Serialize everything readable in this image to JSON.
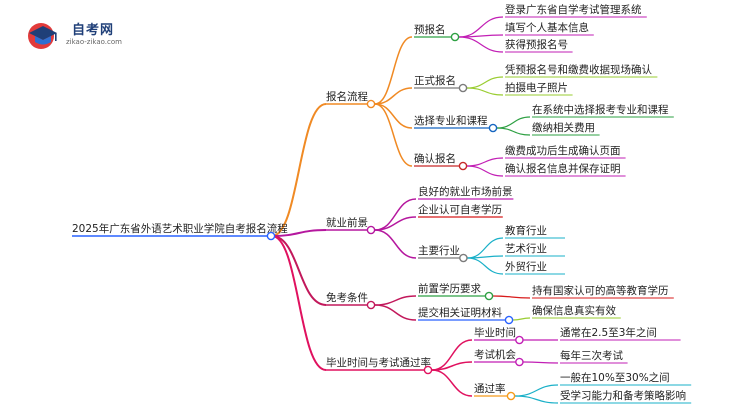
{
  "brand": {
    "name": "自考网",
    "site": "zikao-zikao.com"
  },
  "colors": {
    "process": "#f08a24",
    "prospect": "#b5179e",
    "exempt": "#c2185b",
    "graduation": "#e0115f",
    "lv1": "#2ea043",
    "lv1b": "#7b1fa2",
    "lv1c": "#1565c0",
    "lv1d": "#c62828",
    "cyan": "#1ab0c8",
    "green": "#2ea043",
    "magenta": "#c21fb5",
    "red": "#d81b1b",
    "lime": "#9acd32",
    "blue": "#2962ff",
    "orange": "#f59b1a"
  },
  "root": {
    "label": "2025年广东省外语艺术职业学院自考报名流程"
  },
  "branches": [
    {
      "label": "报名流程",
      "children": [
        {
          "label": "预报名",
          "children": [
            "登录广东省自学考试管理系统",
            "填写个人基本信息",
            "获得预报名号"
          ]
        },
        {
          "label": "正式报名",
          "children": [
            "凭预报名号和缴费收据现场确认",
            "拍摄电子照片"
          ]
        },
        {
          "label": "选择专业和课程",
          "children": [
            "在系统中选择报考专业和课程",
            "缴纳相关费用"
          ]
        },
        {
          "label": "确认报名",
          "children": [
            "缴费成功后生成确认页面",
            "确认报名信息并保存证明"
          ]
        }
      ]
    },
    {
      "label": "就业前景",
      "children": [
        {
          "label": "良好的就业市场前景",
          "children": []
        },
        {
          "label": "企业认可自考学历",
          "children": []
        },
        {
          "label": "主要行业",
          "children": [
            "教育行业",
            "艺术行业",
            "外贸行业"
          ]
        }
      ]
    },
    {
      "label": "免考条件",
      "children": [
        {
          "label": "前置学历要求",
          "children": [
            "持有国家认可的高等教育学历"
          ]
        },
        {
          "label": "提交相关证明材料",
          "children": [
            "确保信息真实有效"
          ]
        }
      ]
    },
    {
      "label": "毕业时间与考试通过率",
      "children": [
        {
          "label": "毕业时间",
          "children": [
            "通常在2.5至3年之间"
          ]
        },
        {
          "label": "考试机会",
          "children": [
            "每年三次考试"
          ]
        },
        {
          "label": "通过率",
          "children": [
            "一般在10%至30%之间",
            "受学习能力和备考策略影响"
          ]
        }
      ]
    }
  ]
}
